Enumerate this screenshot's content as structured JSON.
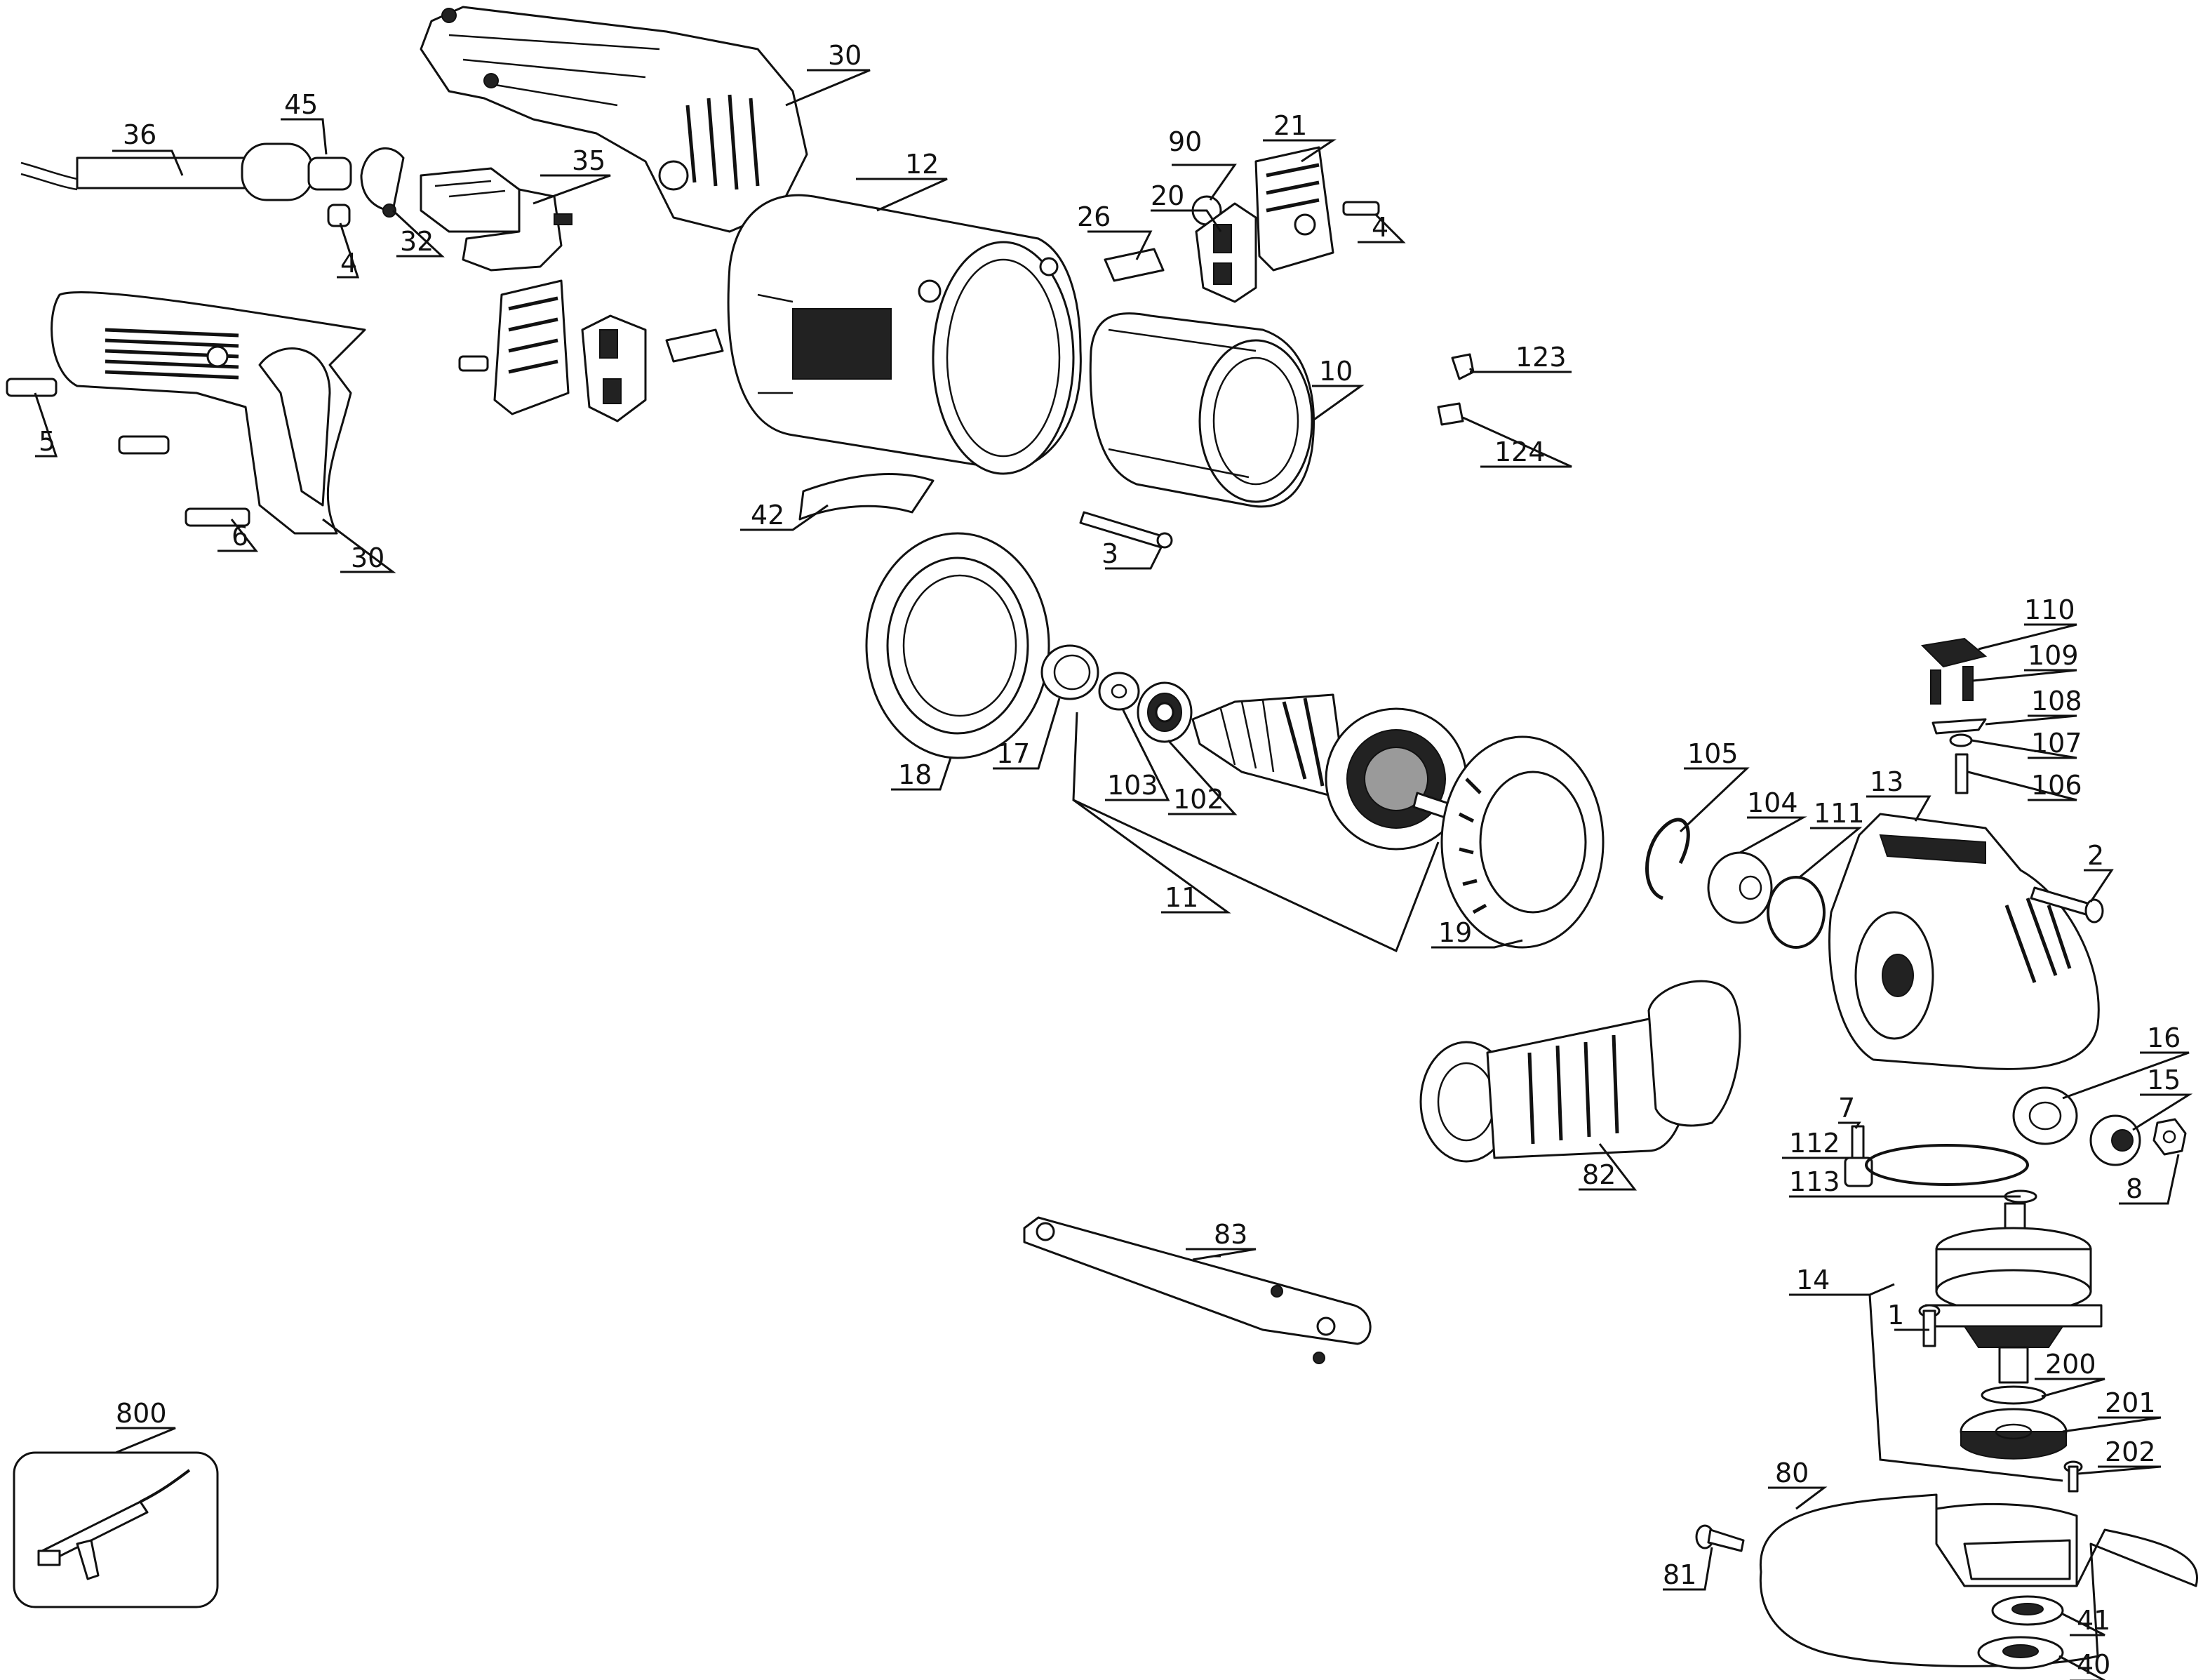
{
  "callouts": [
    {
      "id": "c1",
      "text": "1"
    },
    {
      "id": "c2",
      "text": "2"
    },
    {
      "id": "c3",
      "text": "3"
    },
    {
      "id": "c4a",
      "text": "4"
    },
    {
      "id": "c4b",
      "text": "4"
    },
    {
      "id": "c5",
      "text": "5"
    },
    {
      "id": "c6",
      "text": "6"
    },
    {
      "id": "c7",
      "text": "7"
    },
    {
      "id": "c8",
      "text": "8"
    },
    {
      "id": "c10",
      "text": "10"
    },
    {
      "id": "c11",
      "text": "11"
    },
    {
      "id": "c12",
      "text": "12"
    },
    {
      "id": "c13",
      "text": "13"
    },
    {
      "id": "c14",
      "text": "14"
    },
    {
      "id": "c15",
      "text": "15"
    },
    {
      "id": "c16",
      "text": "16"
    },
    {
      "id": "c17",
      "text": "17"
    },
    {
      "id": "c18",
      "text": "18"
    },
    {
      "id": "c19",
      "text": "19"
    },
    {
      "id": "c20",
      "text": "20"
    },
    {
      "id": "c21",
      "text": "21"
    },
    {
      "id": "c26",
      "text": "26"
    },
    {
      "id": "c30a",
      "text": "30"
    },
    {
      "id": "c30b",
      "text": "30"
    },
    {
      "id": "c32",
      "text": "32"
    },
    {
      "id": "c35",
      "text": "35"
    },
    {
      "id": "c36",
      "text": "36"
    },
    {
      "id": "c40",
      "text": "40"
    },
    {
      "id": "c41",
      "text": "41"
    },
    {
      "id": "c42",
      "text": "42"
    },
    {
      "id": "c45",
      "text": "45"
    },
    {
      "id": "c80",
      "text": "80"
    },
    {
      "id": "c81",
      "text": "81"
    },
    {
      "id": "c82",
      "text": "82"
    },
    {
      "id": "c83",
      "text": "83"
    },
    {
      "id": "c90",
      "text": "90"
    },
    {
      "id": "c102",
      "text": "102"
    },
    {
      "id": "c103",
      "text": "103"
    },
    {
      "id": "c104",
      "text": "104"
    },
    {
      "id": "c105",
      "text": "105"
    },
    {
      "id": "c106",
      "text": "106"
    },
    {
      "id": "c107",
      "text": "107"
    },
    {
      "id": "c108",
      "text": "108"
    },
    {
      "id": "c109",
      "text": "109"
    },
    {
      "id": "c110",
      "text": "110"
    },
    {
      "id": "c111",
      "text": "111"
    },
    {
      "id": "c112",
      "text": "112"
    },
    {
      "id": "c113",
      "text": "113"
    },
    {
      "id": "c123",
      "text": "123"
    },
    {
      "id": "c124",
      "text": "124"
    },
    {
      "id": "c200",
      "text": "200"
    },
    {
      "id": "c201",
      "text": "201"
    },
    {
      "id": "c202",
      "text": "202"
    },
    {
      "id": "c800",
      "text": "800"
    }
  ]
}
